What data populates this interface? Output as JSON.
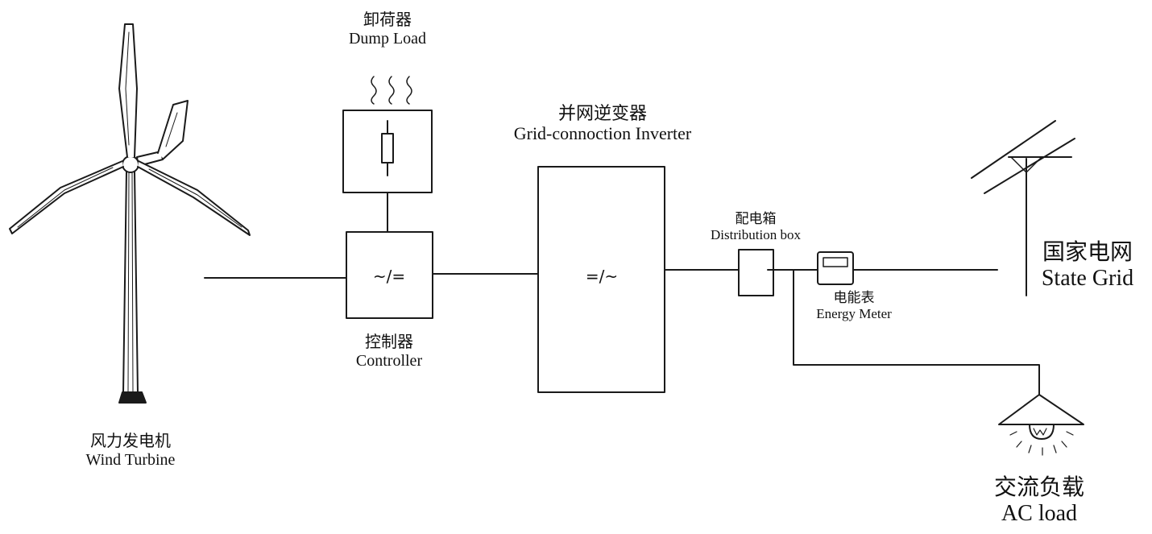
{
  "components": {
    "wind_turbine": {
      "label_zh": "风力发电机",
      "label_en": "Wind Turbine"
    },
    "dump_load": {
      "label_zh": "卸荷器",
      "label_en": "Dump Load"
    },
    "controller": {
      "label_zh": "控制器",
      "label_en": "Controller",
      "symbol": "~/="
    },
    "inverter": {
      "label_zh": "并网逆变器",
      "label_en": "Grid-connoction  Inverter",
      "symbol": "=/~"
    },
    "distribution_box": {
      "label_zh": "配电箱",
      "label_en": "Distribution box"
    },
    "energy_meter": {
      "label_zh": "电能表",
      "label_en": "Energy Meter"
    },
    "state_grid": {
      "label_zh": "国家电网",
      "label_en": "State Grid"
    },
    "ac_load": {
      "label_zh": "交流负载",
      "label_en": "AC load"
    }
  },
  "colors": {
    "line": "#1a1a1a",
    "background": "#ffffff"
  }
}
